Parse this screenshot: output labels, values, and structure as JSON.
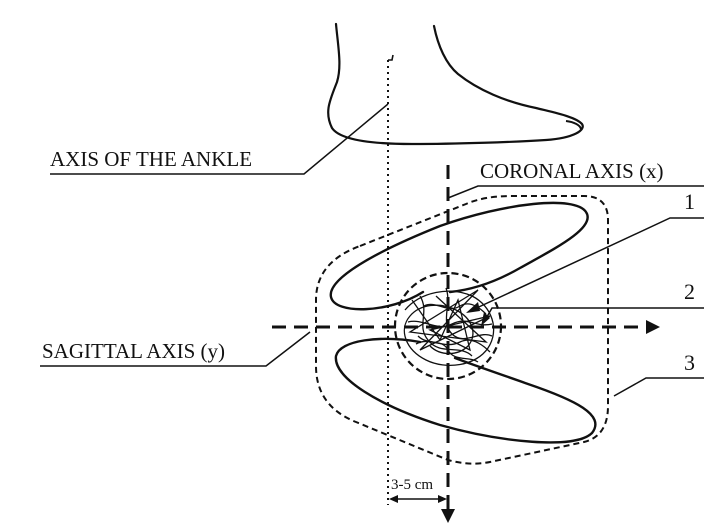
{
  "labels": {
    "ankle_axis": "AXIS OF THE ANKLE",
    "coronal_axis": "CORONAL AXIS (x)",
    "sagittal_axis": "SAGITTAL AXIS (y)",
    "marker_1": "1",
    "marker_2": "2",
    "marker_3": "3",
    "offset": "3-5 cm"
  }
}
